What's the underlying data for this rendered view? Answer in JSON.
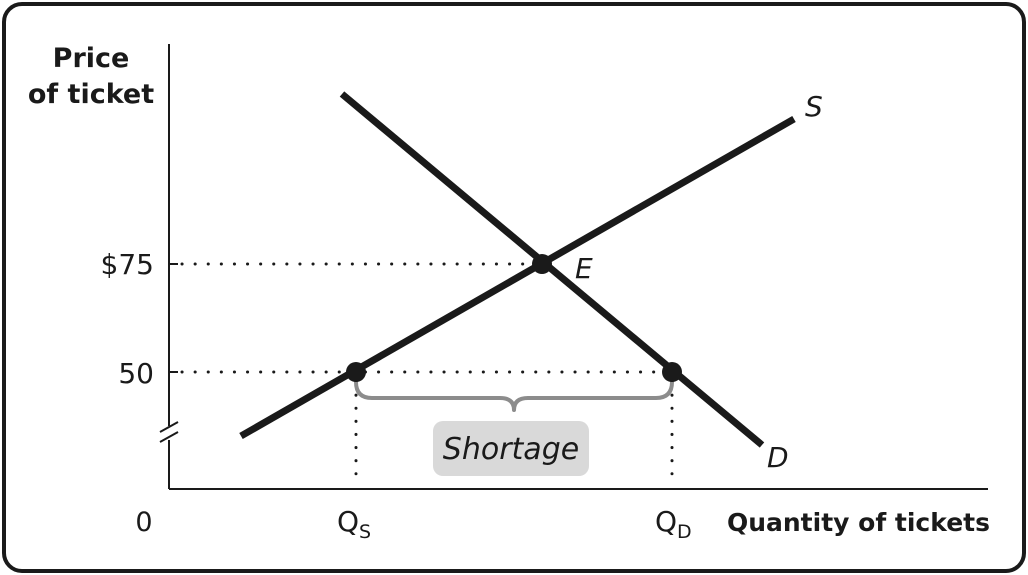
{
  "y_axis_title_line1": "Price",
  "y_axis_title_line2": "of ticket",
  "x_axis_title": "Quantity of tickets",
  "origin_label": "0",
  "price_labels": {
    "high": "$75",
    "low": "50"
  },
  "quantity_labels": {
    "qs_main": "Q",
    "qs_sub": "S",
    "qd_main": "Q",
    "qd_sub": "D"
  },
  "curve_labels": {
    "supply": "S",
    "demand": "D"
  },
  "equilibrium_label": "E",
  "shortage_label": "Shortage",
  "colors": {
    "frame": "#1a1a1a",
    "curve": "#1a1a1a",
    "brace": "#8c8c8c",
    "shortage_box": "#d9d9d9"
  }
}
